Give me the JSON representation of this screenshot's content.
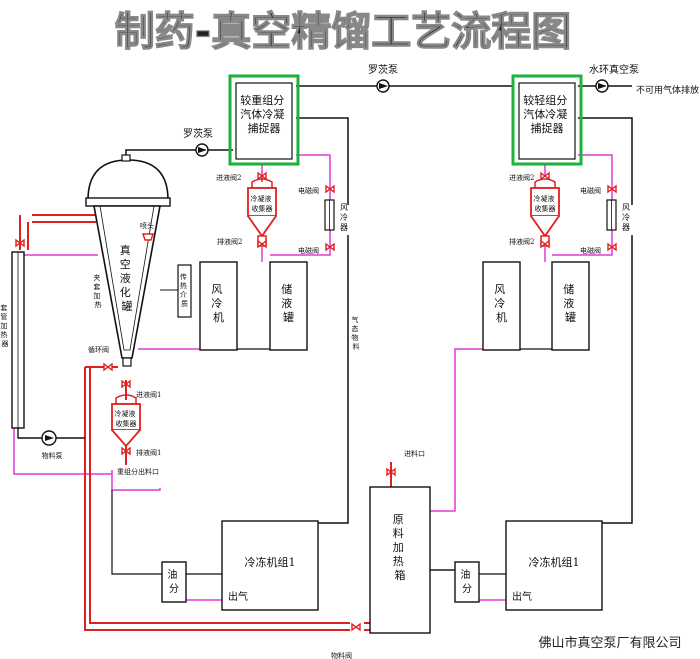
{
  "title": "制药-真空精馏工艺流程图",
  "footer": "佛山市真空泵厂有限公司",
  "colors": {
    "pipe_black": "#111111",
    "pipe_magenta": "#e23ad6",
    "pipe_red": "#e02020",
    "frame_green": "#1bb33b",
    "title_text": "#222222"
  },
  "labels": {
    "pump_top_mid": "罗茨泵",
    "pump_top_right": "水环真空泵",
    "exhaust": "不可用气体排放",
    "pump_left": "罗茨泵",
    "heavy_condenser": [
      "较重组分",
      "汽体冷凝",
      "捕捉器"
    ],
    "light_condenser": [
      "较轻组分",
      "汽体冷凝",
      "捕捉器"
    ],
    "left_in_valve": "进液阀2",
    "left_solenoid_top": "电磁阀",
    "left_collector": [
      "冷凝液",
      "收集器"
    ],
    "left_out_valve": "排液阀2",
    "left_solenoid_bottom": "电磁阀",
    "left_air_cooler_side": [
      "风",
      "冷",
      "器"
    ],
    "right_in_valve": "进液阀2",
    "right_solenoid_top": "电磁阀",
    "right_collector": [
      "冷凝液",
      "收集器"
    ],
    "right_out_valve": "排液阀2",
    "right_solenoid_bottom": "电磁阀",
    "right_air_cooler_side": [
      "风",
      "冷",
      "器"
    ],
    "nozzle": "喷头",
    "tank": [
      "真",
      "空",
      "液",
      "化",
      "罐"
    ],
    "jacket": [
      "夹",
      "套",
      "加",
      "热"
    ],
    "heat_medium": [
      "传",
      "热",
      "介",
      "质"
    ],
    "fan_cooler_left": [
      "风",
      "冷",
      "机"
    ],
    "storage_left": [
      "储",
      "液",
      "罐"
    ],
    "fan_cooler_right": [
      "风",
      "冷",
      "机"
    ],
    "storage_right": [
      "储",
      "液",
      "罐"
    ],
    "gas_material": [
      "气",
      "态",
      "物",
      "料"
    ],
    "heater_left": [
      "套",
      "管",
      "加",
      "热",
      "器"
    ],
    "circ_valve": "循环阀",
    "in_valve1": "进液阀1",
    "bottom_collector": [
      "冷凝液",
      "收集器"
    ],
    "out_valve1": "排液阀1",
    "heavy_outlet": "重组分出料口",
    "material_pump": "物料泵",
    "feed_inlet": "进料口",
    "raw_heater": [
      "原",
      "料",
      "加",
      "热",
      "箱"
    ],
    "chiller_left": "冷冻机组1",
    "chiller_right": "冷冻机组1",
    "oil_sep": [
      "油",
      "分"
    ],
    "gas_out": "出气",
    "material_valve": "物料阀"
  }
}
